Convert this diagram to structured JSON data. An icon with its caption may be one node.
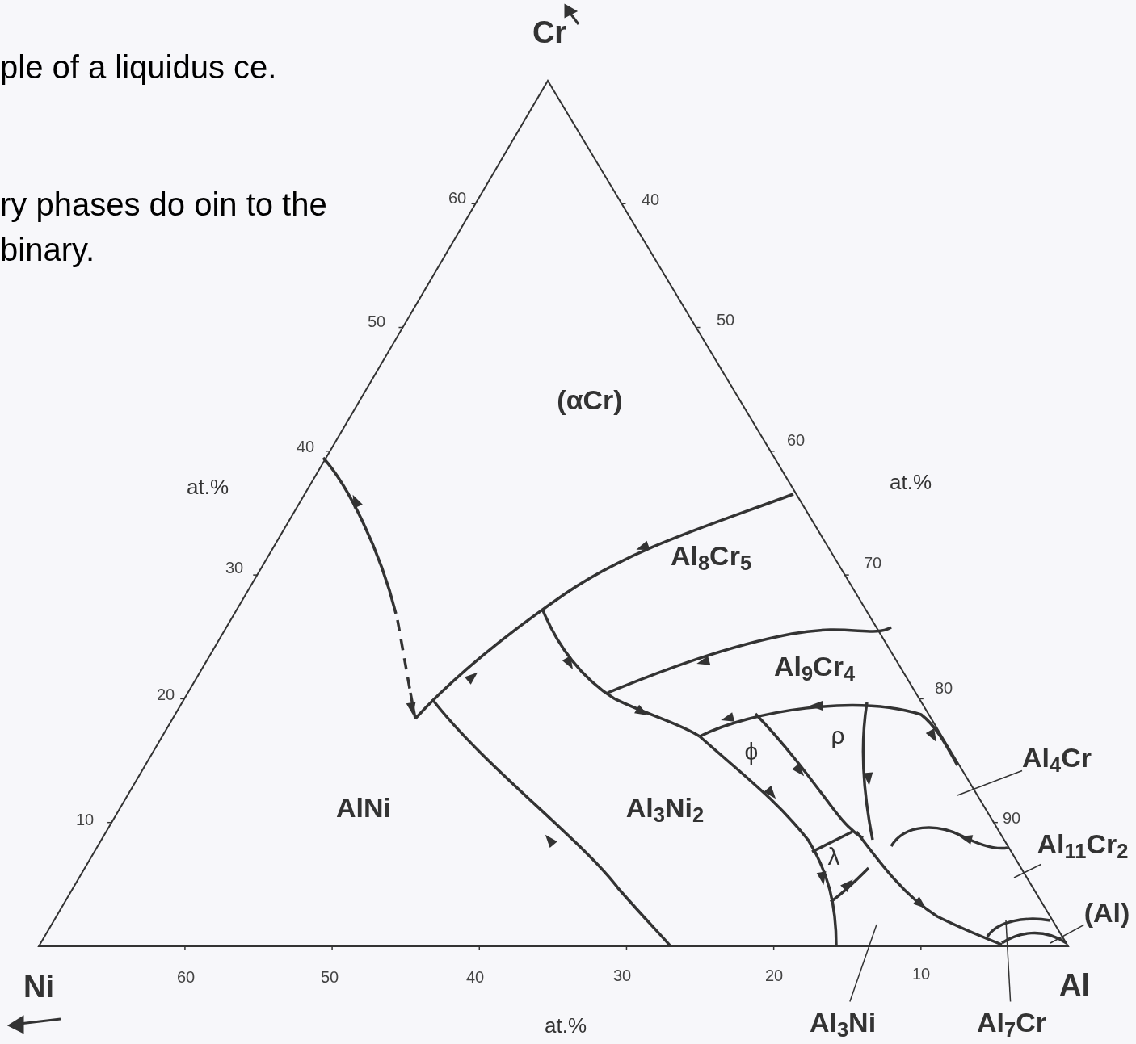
{
  "diagram": {
    "nodes": [
      {
        "text": [
          "Al$_{4}$Cr"
        ]
      },
      {
        "text": [
          "Al$_{11}$Cr$_{2}$"
        ]
      },
      {
        "text": [
          "(Al)"
        ]
      },
      {
        "text": [
          "Al$_{3}$Ni"
        ]
      },
      {
        "text": [
          "Al$_{7}$Cr"
        ]
      }
    ],
    "edges": [
      {
        "from": 0,
        "to": null,
        "arrow": "none"
      },
      {
        "from": 1,
        "to": null,
        "arrow": "none"
      },
      {
        "from": 2,
        "to": null,
        "arrow": "none"
      },
      {
        "from": 3,
        "to": null,
        "arrow": "none"
      },
      {
        "from": 4,
        "to": null,
        "arrow": "none"
      }
    ],
    "labels": [
      "ple of a liquidus ce.",
      "ry phases do oin to the binary.",
      "Cr",
      "60",
      "40",
      "50",
      "50",
      "(αCr)",
      "40",
      "60",
      "at.%",
      "at.%",
      "30",
      "70",
      "Al$_{8}$Cr$_{5}$",
      "20",
      "Al$_{9}$Cr$_{4}$",
      "80",
      "ϕ",
      "ρ",
      "10",
      "AlNi",
      "Al$_{3}$Ni$_{2}$",
      "90",
      "λ",
      "60",
      "50",
      "40",
      "30",
      "20",
      "10",
      "Ni",
      "Al",
      "at.%"
    ]
  }
}
